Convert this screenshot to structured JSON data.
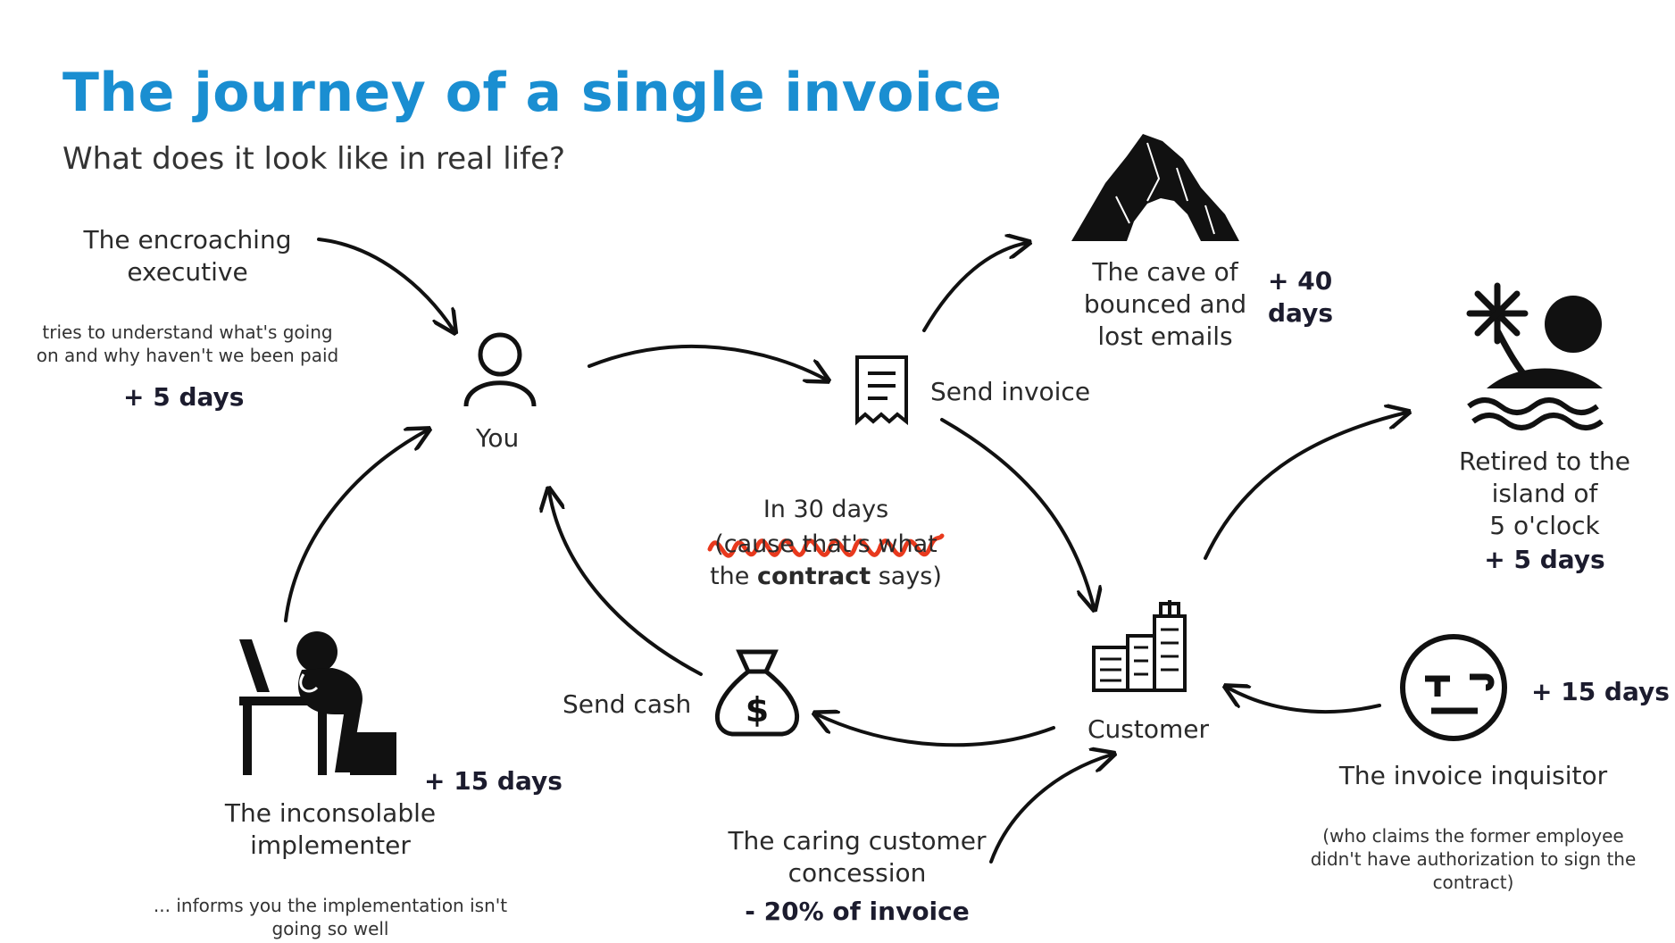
{
  "title": "The journey of a single invoice",
  "subtitle": "What does it look like in real life?",
  "nodes": {
    "you": "You",
    "send_invoice": "Send invoice",
    "customer": "Customer",
    "send_cash": "Send cash"
  },
  "center_note": {
    "line1": "In 30 days",
    "line2": "(cause that's what",
    "line3_pre": "the ",
    "line3_bold": "contract",
    "line3_post": " says)"
  },
  "detours": {
    "executive": {
      "title_l1": "The encroaching",
      "title_l2": "executive",
      "note_l1": "tries to understand what's going",
      "note_l2": "on and why haven't we been paid",
      "delay": "+ 5 days"
    },
    "cave": {
      "title_l1": "The cave of",
      "title_l2": "bounced and",
      "title_l3": "lost emails",
      "delay_l1": "+ 40",
      "delay_l2": "days"
    },
    "island": {
      "title_l1": "Retired to the",
      "title_l2": "island of",
      "title_l3": "5 o'clock",
      "delay": "+ 5 days"
    },
    "inquisitor": {
      "title": "The invoice inquisitor",
      "note_l1": "(who claims the former employee",
      "note_l2": "didn't have authorization to sign the",
      "note_l3": "contract)",
      "delay": "+ 15 days"
    },
    "concession": {
      "title_l1": "The caring customer",
      "title_l2": "concession",
      "delay": "- 20% of invoice"
    },
    "implementer": {
      "title_l1": "The inconsolable",
      "title_l2": "implementer",
      "note_l1": "... informs you the implementation isn't",
      "note_l2": "going so well",
      "delay": "+ 15 days"
    }
  },
  "colors": {
    "title": "#1a8ed1",
    "scribble": "#e8391d",
    "ink": "#111111"
  }
}
